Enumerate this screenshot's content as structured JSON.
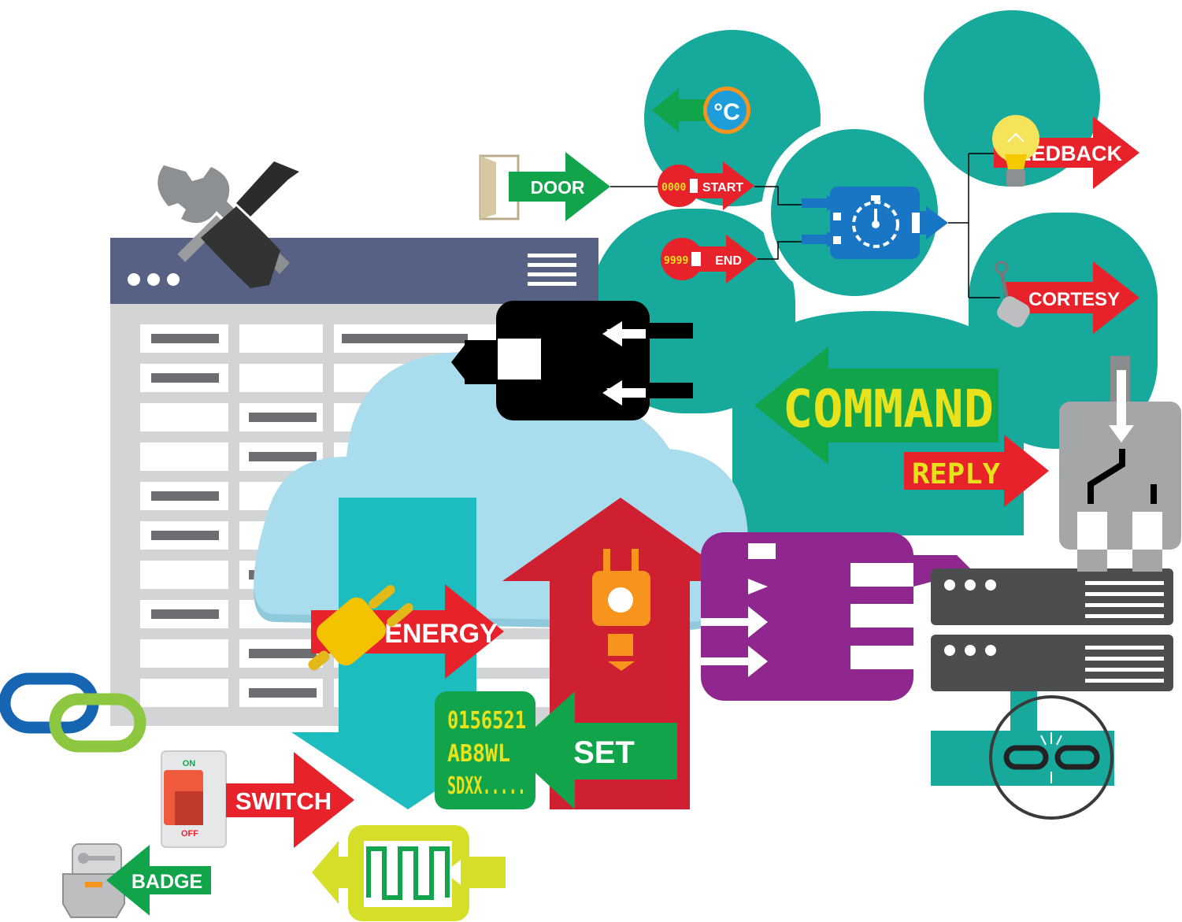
{
  "labels": {
    "door": "DOOR",
    "start": "START",
    "start_counter": "0000",
    "end": "END",
    "end_counter": "9999",
    "feedback": "FEEDBACK",
    "cortesy": "CORTESY",
    "command": "COMMAND",
    "reply": "REPLY",
    "energy": "ENERGY",
    "set": "SET",
    "switch": "SWITCH",
    "switch_on": "ON",
    "switch_off": "OFF",
    "badge": "BADGE",
    "temperature_unit": "°C"
  },
  "code_display": {
    "lines": [
      "0156521",
      "AB8WL",
      "SDXX....."
    ]
  },
  "icons": [
    "wrench-icon",
    "screwdriver-icon",
    "browser-window-icon",
    "door-icon",
    "thermometer-celsius-icon",
    "stopwatch-icon",
    "lightbulb-icon",
    "toggle-lever-icon",
    "plug-icon",
    "cloud-icon",
    "server-icon",
    "broken-link-icon",
    "chain-link-icon",
    "power-switch-icon",
    "key-badge-icon",
    "waveform-icon",
    "circuit-breaker-icon"
  ],
  "colors": {
    "teal_people": "#17a99b",
    "cloud": "#a9dcec",
    "green_arrow": "#11a44b",
    "red_arrow": "#e8222b",
    "purple": "#90278e",
    "dark_red_arrow": "#cf2032",
    "lime": "#d5df27",
    "lcd_yellow": "#e8e21d",
    "server_dark": "#4b4d4f",
    "browser_header": "#566184",
    "blue_chip": "#1976c4"
  }
}
